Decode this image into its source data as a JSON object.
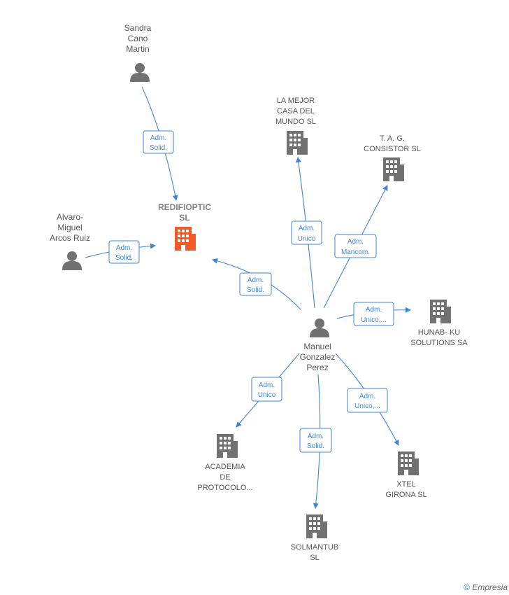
{
  "diagram": {
    "main": {
      "lines": [
        "REDIFIOPTIC",
        "SL"
      ]
    },
    "people": {
      "sandra": {
        "lines": [
          "Sandra",
          "Cano",
          "Martin"
        ]
      },
      "alvaro": {
        "lines": [
          "Alvaro-",
          "Miguel",
          "Arcos Ruiz"
        ]
      },
      "manuel": {
        "lines": [
          "Manuel",
          "Gonzalez",
          "Perez"
        ]
      }
    },
    "companies": {
      "lamejor": {
        "lines": [
          "LA MEJOR",
          "CASA DEL",
          "MUNDO SL"
        ]
      },
      "tag": {
        "lines": [
          "T.  A.  G.",
          "CONSISTOR SL"
        ]
      },
      "hunab": {
        "lines": [
          "HUNAB- KU",
          "SOLUTIONS SA"
        ]
      },
      "academia": {
        "lines": [
          "ACADEMIA",
          "DE",
          "PROTOCOLO..."
        ]
      },
      "solmantub": {
        "lines": [
          "SOLMANTUB",
          "SL"
        ]
      },
      "xtel": {
        "lines": [
          "XTEL",
          "GIRONA  SL"
        ]
      }
    },
    "edges": {
      "sandra_main": {
        "lines": [
          "Adm.",
          "Solid."
        ]
      },
      "alvaro_main": {
        "lines": [
          "Adm.",
          "Solid."
        ]
      },
      "manuel_main": {
        "lines": [
          "Adm.",
          "Solid."
        ]
      },
      "manuel_lamejor": {
        "lines": [
          "Adm.",
          "Unico"
        ]
      },
      "manuel_tag": {
        "lines": [
          "Adm.",
          "Mancom."
        ]
      },
      "manuel_hunab": {
        "lines": [
          "Adm.",
          "Unico,..."
        ]
      },
      "manuel_academia": {
        "lines": [
          "Adm.",
          "Unico"
        ]
      },
      "manuel_solmantub": {
        "lines": [
          "Adm.",
          "Solid."
        ]
      },
      "manuel_xtel": {
        "lines": [
          "Adm.",
          "Unico,..."
        ]
      }
    }
  },
  "footer": {
    "copyright_symbol": "©",
    "brand": "Empresia"
  },
  "colors": {
    "edge": "#3d85d6",
    "icon": "#717171",
    "main_icon": "#f05a28"
  }
}
